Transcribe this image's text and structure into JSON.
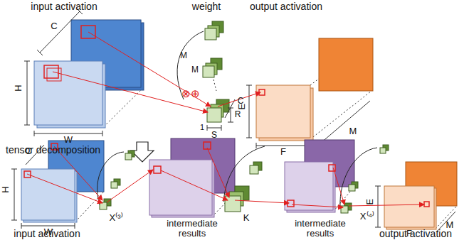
{
  "diagram": {
    "labels": [
      "input activation",
      "weight",
      "output activation",
      "C",
      "M",
      "M",
      "H",
      "C",
      "R",
      "1",
      "S",
      "W",
      "E",
      "F",
      "M",
      "⊗⊕",
      "tensor decomposition",
      "C",
      "H",
      "W",
      "input activation",
      "X⁽³⁾",
      "intermediate results",
      "K",
      "intermediate results",
      "X⁽⁴⁾",
      "E",
      "F",
      "M",
      "output activation"
    ]
  }
}
